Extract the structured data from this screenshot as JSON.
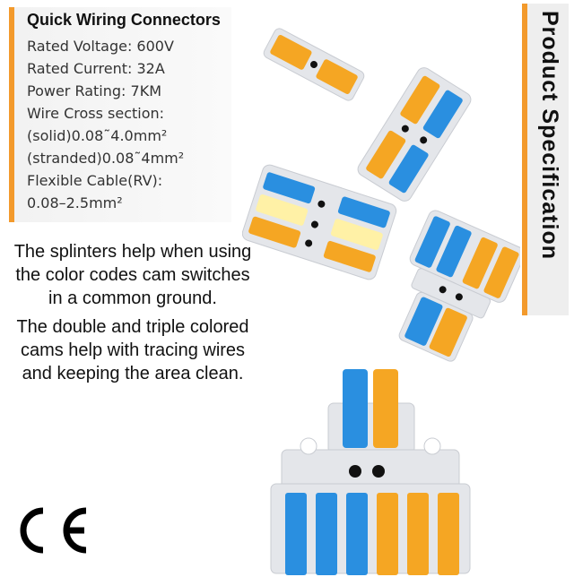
{
  "spec": {
    "title": "Quick Wiring Connectors",
    "lines": [
      "Rated   Voltage: 600V",
      "Rated   Current: 32A",
      "Power   Rating: 7KM",
      "Wire Cross section:",
      "(solid)0.08˜4.0mm²",
      "(stranded)0.08˜4mm²",
      "Flexible Cable(RV):",
      "0.08–2.5mm²"
    ]
  },
  "side_tab": {
    "label": "Product Specification"
  },
  "description": {
    "paragraph1": [
      "The splinters help when using",
      "the color codes cam switches",
      "in a common ground."
    ],
    "paragraph2": [
      "The double and triple colored",
      "cams help with tracing wires",
      "and keeping the area clean."
    ]
  },
  "certification": {
    "label": "CE"
  },
  "colors": {
    "accent": "#f39a2c",
    "lever_orange": "#f5a623",
    "lever_blue": "#2a8fe0",
    "lever_yellow": "#fff1a6",
    "housing": "#e4e6ea"
  }
}
